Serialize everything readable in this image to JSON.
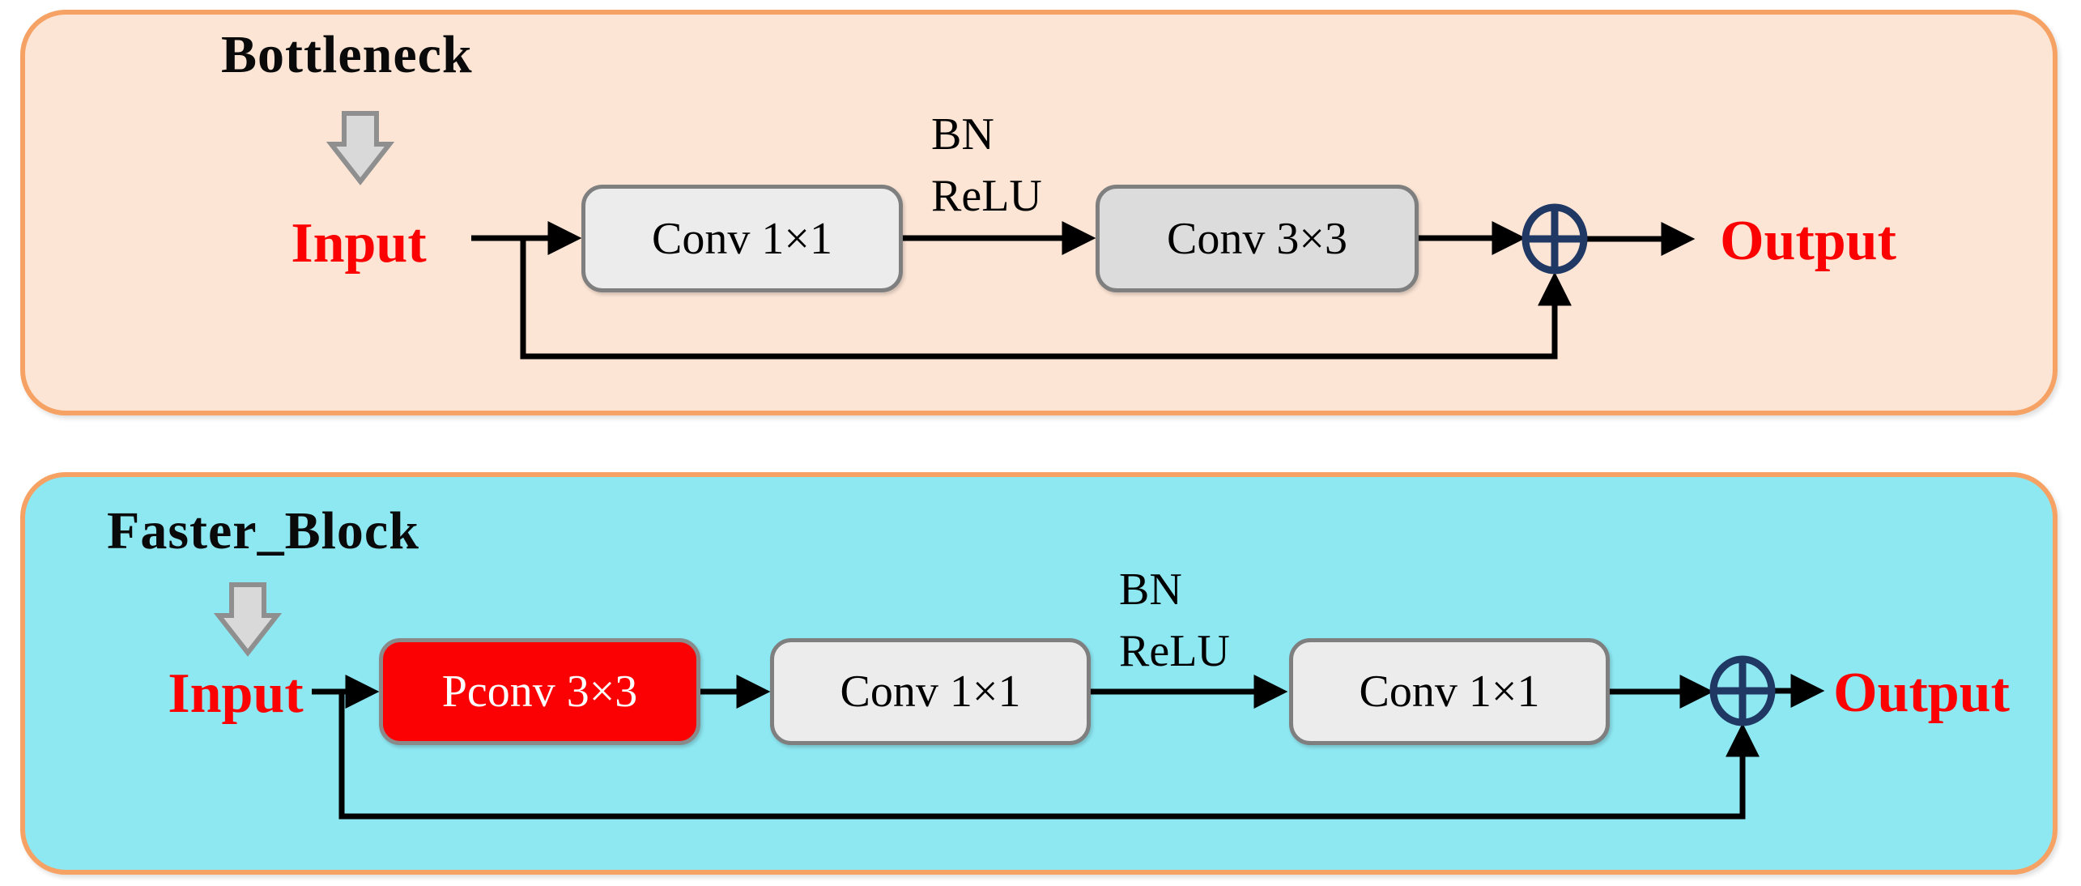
{
  "colors": {
    "canvas_bg": "#ffffff",
    "panel_border": "#f5a264",
    "top_panel_bg": "#fce5d5",
    "bottom_panel_bg": "#8ee8f2",
    "box_fill_light": "#ececec",
    "box_fill_mid": "#dcdcdc",
    "box_border": "#7f7f7f",
    "pconv_red": "#fb0104",
    "pconv_text": "#ffffff",
    "io_label_red": "#fb0101",
    "title_black": "#0a0a0a",
    "line_black": "#000000",
    "sum_navy": "#1f3864",
    "block_arrow_fill": "#d9d9d9",
    "block_arrow_border": "#8f8f8f"
  },
  "top_panel": {
    "title": "Bottleneck",
    "input_label": "Input",
    "bn_label": "BN",
    "relu_label": "ReLU",
    "output_label": "Output",
    "boxes": [
      {
        "label": "Conv 1×1"
      },
      {
        "label": "Conv 3×3"
      }
    ]
  },
  "bottom_panel": {
    "title": "Faster_Block",
    "input_label": "Input",
    "bn_label": "BN",
    "relu_label": "ReLU",
    "output_label": "Output",
    "boxes": [
      {
        "label": "Pconv 3×3"
      },
      {
        "label": "Conv 1×1"
      },
      {
        "label": "Conv 1×1"
      }
    ]
  }
}
